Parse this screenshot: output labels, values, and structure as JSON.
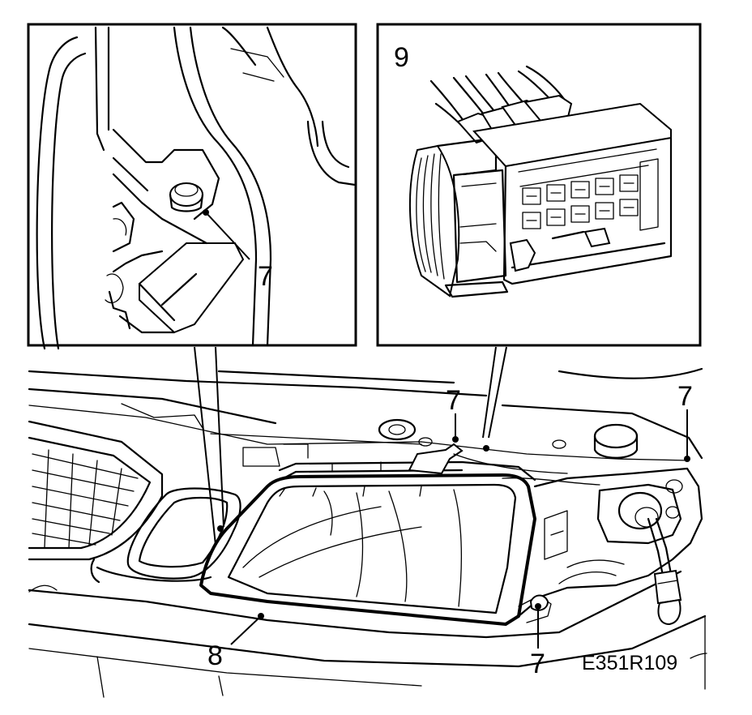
{
  "callouts": {
    "inset_left_fastener": "7",
    "inset_right_connector": "9",
    "top_center_fastener": "7",
    "top_right_fastener": "7",
    "headlamp_unit": "8",
    "bottom_fastener": "7"
  },
  "reference_code": "E351R109"
}
